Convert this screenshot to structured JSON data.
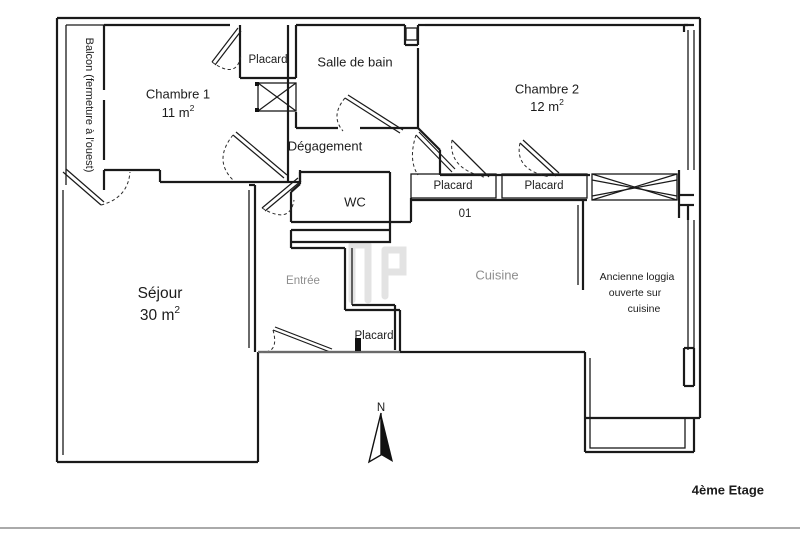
{
  "document": {
    "type": "floor-plan",
    "floor_label": "4ème Etage",
    "orientation_label": "N",
    "unit_label": "01",
    "background_color": "#ffffff",
    "line_color": "#1a1a1a",
    "muted_text_color": "#8e8e8e"
  },
  "rooms": [
    {
      "id": "balcon",
      "name": "Balcon (fermeture à l'ouest)",
      "area": "",
      "orientation": "vertical",
      "muted": false
    },
    {
      "id": "chambre1",
      "name": "Chambre 1",
      "area": "11 m²",
      "orientation": "horizontal",
      "muted": false
    },
    {
      "id": "chambre2",
      "name": "Chambre 2",
      "area": "12 m²",
      "orientation": "horizontal",
      "muted": false
    },
    {
      "id": "sejour",
      "name": "Séjour",
      "area": "30 m²",
      "orientation": "horizontal",
      "muted": false
    },
    {
      "id": "salle-de-bain",
      "name": "Salle de bain",
      "area": "",
      "orientation": "horizontal",
      "muted": false
    },
    {
      "id": "degagement",
      "name": "Dégagement",
      "area": "",
      "orientation": "horizontal",
      "muted": false
    },
    {
      "id": "wc",
      "name": "WC",
      "area": "",
      "orientation": "horizontal",
      "muted": false
    },
    {
      "id": "entree",
      "name": "Entrée",
      "area": "",
      "orientation": "horizontal",
      "muted": true
    },
    {
      "id": "cuisine",
      "name": "Cuisine",
      "area": "",
      "orientation": "horizontal",
      "muted": true
    },
    {
      "id": "loggia",
      "name": "Ancienne loggia ouverte sur cuisine",
      "area": "",
      "orientation": "horizontal",
      "muted": false
    }
  ],
  "closets": [
    {
      "id": "placard-chambre1",
      "name": "Placard"
    },
    {
      "id": "placard-couloir-1",
      "name": "Placard"
    },
    {
      "id": "placard-couloir-2",
      "name": "Placard"
    },
    {
      "id": "placard-entree",
      "name": "Placard"
    }
  ],
  "labels": {
    "balcon": "Balcon (fermeture à l'ouest)",
    "chambre1_name": "Chambre 1",
    "chambre1_area": "11 m",
    "chambre1_area_sup": "2",
    "chambre2_name": "Chambre 2",
    "chambre2_area": "12 m",
    "chambre2_area_sup": "2",
    "sejour_name": "Séjour",
    "sejour_area": "30 m",
    "sejour_area_sup": "2",
    "salle_de_bain": "Salle de bain",
    "degagement": "Dégagement",
    "wc": "WC",
    "entree": "Entrée",
    "cuisine": "Cuisine",
    "unit_number": "01",
    "placard_1": "Placard",
    "placard_2": "Placard",
    "placard_3": "Placard",
    "placard_4": "Placard",
    "loggia_line1": "Ancienne loggia",
    "loggia_line2": "ouverte sur",
    "loggia_line3": "cuisine",
    "north": "N",
    "floor": "4ème Etage"
  }
}
